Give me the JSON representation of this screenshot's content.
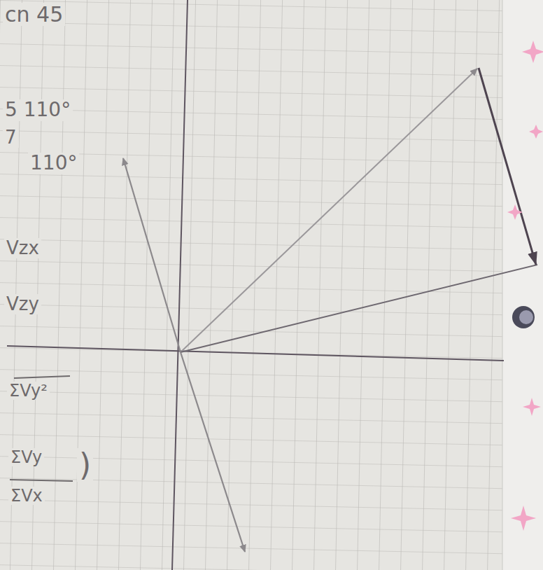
{
  "diagram": {
    "labels": [
      "cn 45",
      "5 110°",
      "7",
      "110°",
      "Vzx",
      "Vzy",
      "ΣVy²",
      "ΣVy",
      "ΣVx",
      ")"
    ]
  }
}
